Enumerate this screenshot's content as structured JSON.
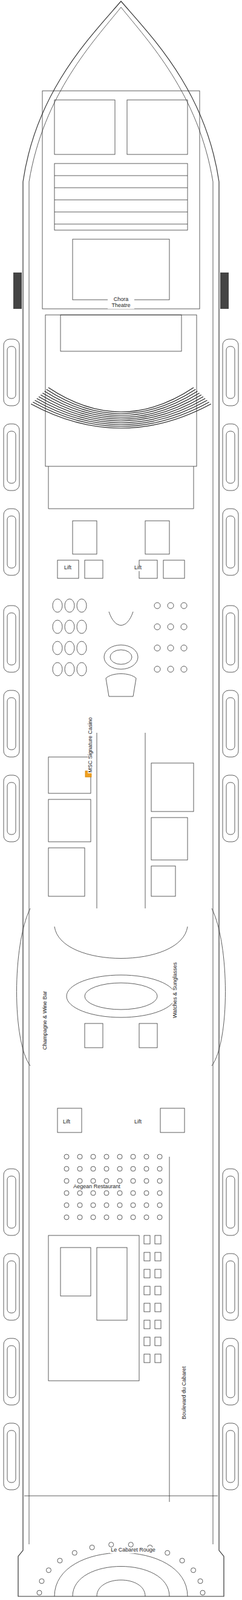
{
  "diagram": {
    "labels": [
      "Chora Theatre",
      "Lift",
      "Lift",
      "MSC Signature Casino",
      "Watches & Sunglasses",
      "Champagne & Wine Bar",
      "Lift",
      "Lift",
      "Aegean Restaurant",
      "Boulevard du Cabaret",
      "Le Cabaret Rouge"
    ]
  }
}
